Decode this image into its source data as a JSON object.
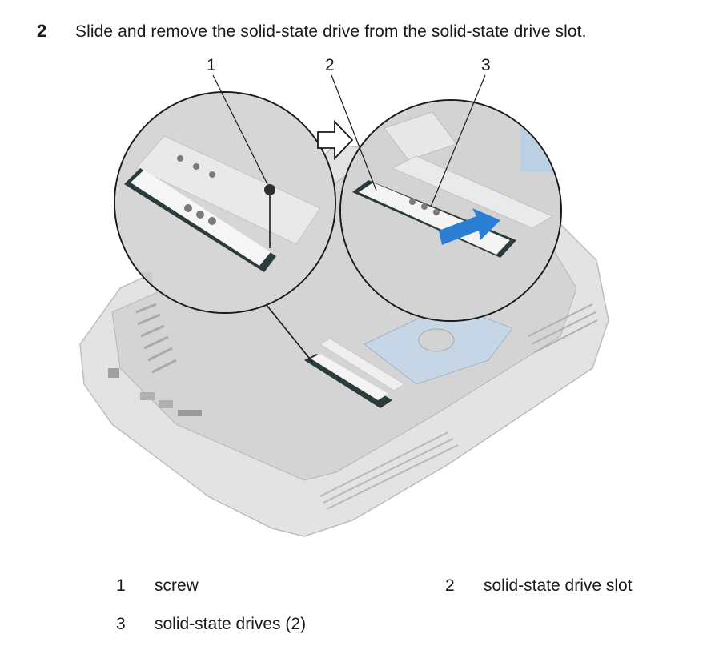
{
  "step": {
    "number": "2",
    "text": "Slide and remove the solid-state drive from the solid-state drive slot."
  },
  "figure": {
    "callouts": [
      "1",
      "2",
      "3"
    ]
  },
  "legend": [
    {
      "number": "1",
      "label": "screw"
    },
    {
      "number": "2",
      "label": "solid-state drive slot"
    },
    {
      "number": "3",
      "label": "solid-state drives (2)"
    }
  ],
  "colors": {
    "arrow_blue": "#2a7fd4",
    "laptop_gray": "#dcdcdc",
    "drive_dark": "#2b3a3a"
  }
}
